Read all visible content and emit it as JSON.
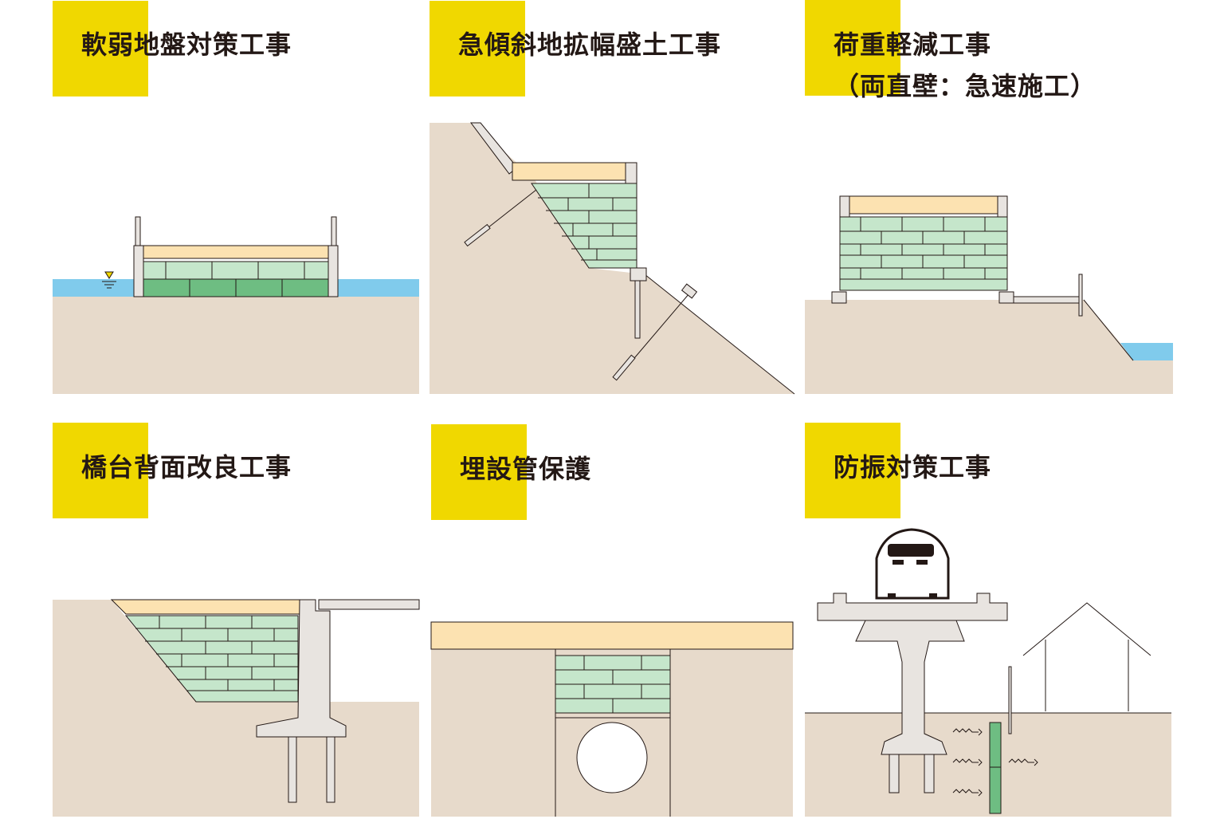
{
  "colors": {
    "tag": "#f0d800",
    "ground": "#e7dacb",
    "water": "#80cbec",
    "road": "#fce2b1",
    "block": "#c5e6cb",
    "block_dark": "#6ebd82",
    "concrete": "#e8e4e0",
    "line": "#231815"
  },
  "panels": [
    {
      "title": "軟弱地盤対策工事",
      "subtitle": ""
    },
    {
      "title": "急傾斜地拡幅盛土工事",
      "subtitle": ""
    },
    {
      "title": "荷重軽減工事",
      "subtitle": "（両直壁：急速施工）"
    },
    {
      "title": "橋台背面改良工事",
      "subtitle": ""
    },
    {
      "title": "埋設管保護",
      "subtitle": ""
    },
    {
      "title": "防振対策工事",
      "subtitle": ""
    }
  ],
  "icons": {
    "water_level": "water-level-icon",
    "train": "shinkansen-train-icon",
    "vibration": "vibration-wave-icon",
    "house": "house-outline-icon"
  }
}
